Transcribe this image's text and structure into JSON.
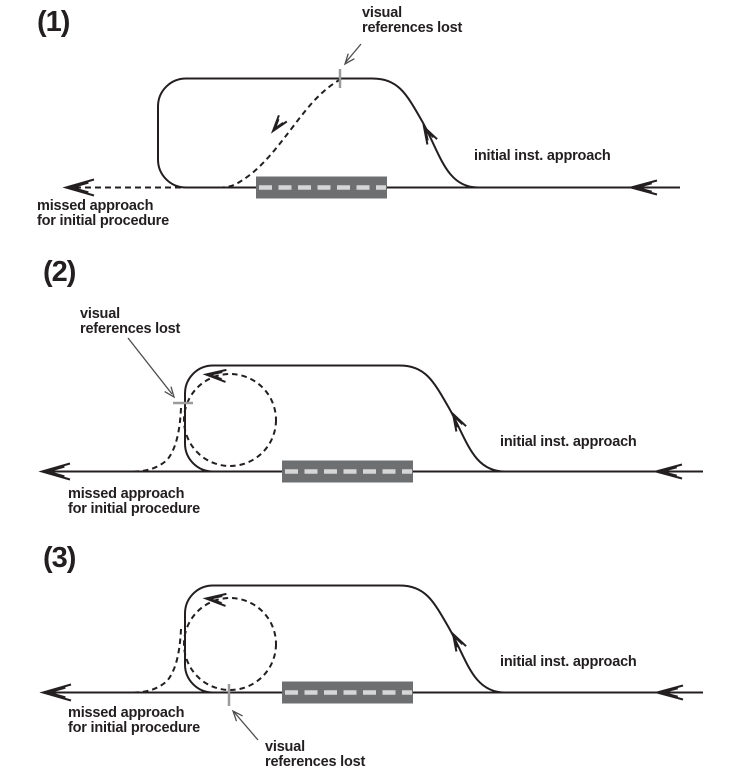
{
  "diagram": {
    "colors": {
      "background": "#ffffff",
      "stroke": "#231f20",
      "text": "#231f20",
      "tick": "#9b9b9b",
      "leader": "#4d4d4d",
      "runway_fill": "#6d6f71",
      "runway_centerline": "#d6d6d6"
    },
    "panels": [
      {
        "number": "(1)",
        "visual_references": {
          "line1": "visual",
          "line2": "references lost"
        },
        "initial_approach_label": "initial inst. approach",
        "missed_approach": {
          "line1": "missed approach",
          "line2": "for initial procedure"
        }
      },
      {
        "number": "(2)",
        "visual_references": {
          "line1": "visual",
          "line2": "references lost"
        },
        "initial_approach_label": "initial inst. approach",
        "missed_approach": {
          "line1": "missed approach",
          "line2": "for initial procedure"
        }
      },
      {
        "number": "(3)",
        "visual_references": {
          "line1": "visual",
          "line2": "references lost"
        },
        "initial_approach_label": "initial inst. approach",
        "missed_approach": {
          "line1": "missed approach",
          "line2": "for initial procedure"
        }
      }
    ]
  }
}
